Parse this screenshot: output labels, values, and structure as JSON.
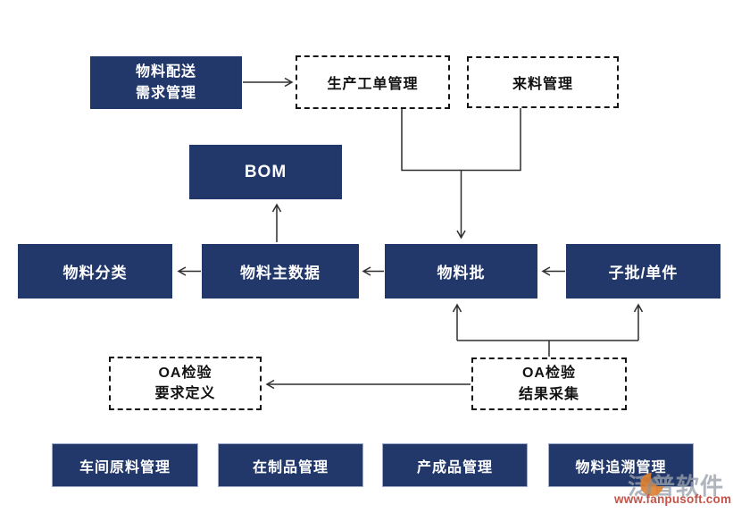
{
  "diagram_title": "",
  "colors": {
    "node_fill": "#22386a",
    "node_text": "#ffffff",
    "dashed_border": "#141414",
    "connector": "#2e2e2e",
    "watermark_text": "#9aa1ab",
    "watermark_url_color": "#c4544a",
    "watermark_logo_orange": "#e0802f"
  },
  "nodes": {
    "material-distribution-demand": {
      "line1": "物料配送",
      "line2": "需求管理",
      "style": "solid"
    },
    "production-work-order": {
      "label": "生产工单管理",
      "style": "dashed"
    },
    "incoming-material": {
      "label": "来料管理",
      "style": "dashed"
    },
    "bom": {
      "label": "BOM",
      "style": "solid"
    },
    "material-classification": {
      "label": "物料分类",
      "style": "solid"
    },
    "material-master-data": {
      "label": "物料主数据",
      "style": "solid"
    },
    "material-batch": {
      "label": "物料批",
      "style": "solid"
    },
    "sub-batch-unit": {
      "label": "子批/单件",
      "style": "solid"
    },
    "oa-inspection-requirement": {
      "line1": "OA检验",
      "line2": "要求定义",
      "style": "dashed"
    },
    "oa-inspection-result": {
      "line1": "OA检验",
      "line2": "结果采集",
      "style": "dashed"
    },
    "workshop-raw-material": {
      "label": "车间原料管理",
      "style": "solid"
    },
    "work-in-process": {
      "label": "在制品管理",
      "style": "solid"
    },
    "finished-product": {
      "label": "产成品管理",
      "style": "solid"
    },
    "material-traceability": {
      "label": "物料追溯管理",
      "style": "solid"
    }
  },
  "edges": [
    {
      "from": "material-distribution-demand",
      "to": "production-work-order"
    },
    {
      "from": "production-work-order",
      "to": "material-batch"
    },
    {
      "from": "incoming-material",
      "to": "material-batch"
    },
    {
      "from": "material-master-data",
      "to": "bom"
    },
    {
      "from": "material-master-data",
      "to": "material-classification"
    },
    {
      "from": "material-batch",
      "to": "material-master-data"
    },
    {
      "from": "sub-batch-unit",
      "to": "material-batch"
    },
    {
      "from": "oa-inspection-result",
      "to": "material-batch"
    },
    {
      "from": "oa-inspection-result",
      "to": "sub-batch-unit"
    },
    {
      "from": "oa-inspection-result",
      "to": "oa-inspection-requirement"
    }
  ],
  "watermark": {
    "brand": "泛普软件",
    "url": "www.fanpusoft.com"
  }
}
